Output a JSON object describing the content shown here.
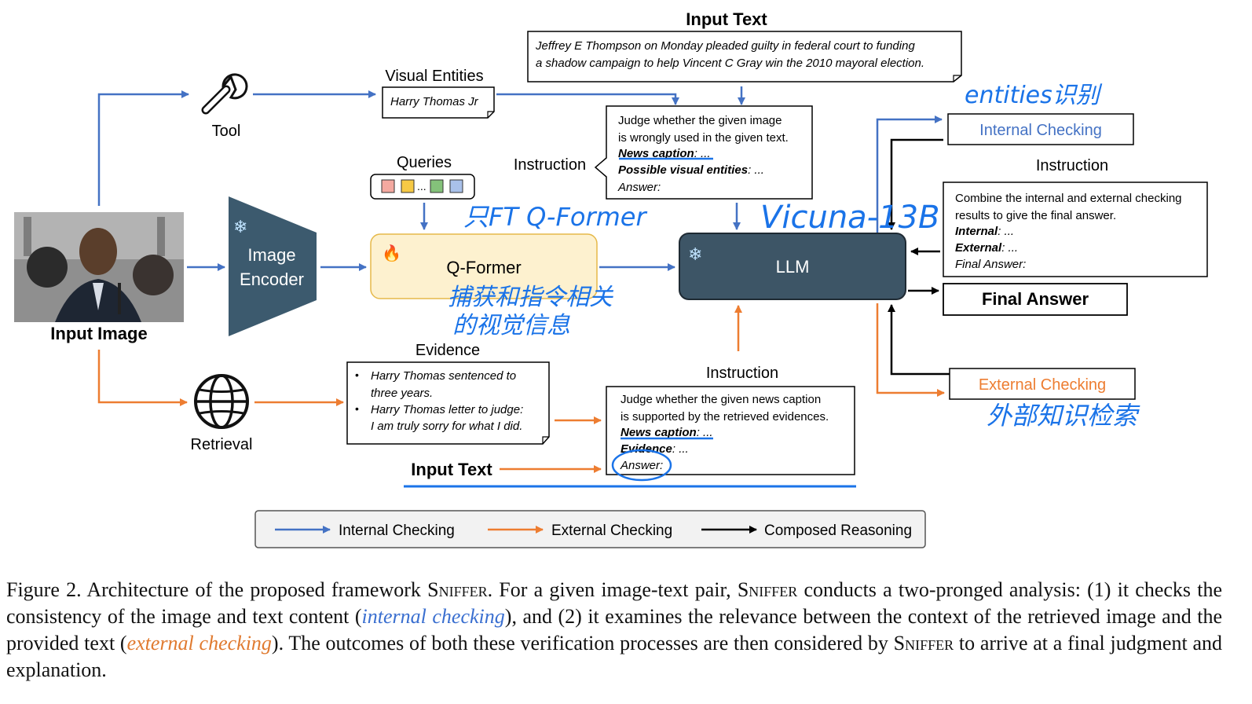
{
  "diagram": {
    "input_text_top": {
      "title": "Input Text",
      "line1": "Jeffrey E Thompson on Monday pleaded guilty in federal court to funding",
      "line2": "a shadow campaign to help Vincent C Gray win the 2010 mayoral election."
    },
    "visual_entities": {
      "title": "Visual Entities",
      "value": "Harry Thomas Jr"
    },
    "tool_label": "Tool",
    "instruction_internal": {
      "title": "Instruction",
      "line1": "Judge whether the given image",
      "line2": "is wrongly used in the given text.",
      "line3_bold": "News caption",
      "line3_rest": ": ...",
      "line4_bold": "Possible visual entities",
      "line4_rest": ": ...",
      "line5": "Answer:"
    },
    "queries_label": "Queries",
    "queries_ellipsis": "...",
    "image_encoder": {
      "line1": "Image",
      "line2": "Encoder"
    },
    "qformer_label": "Q-Former",
    "llm_label": "LLM",
    "input_image_label": "Input Image",
    "internal_checking": "Internal Checking",
    "external_checking": "External Checking",
    "final_answer": "Final Answer",
    "instruction_final": {
      "title": "Instruction",
      "line1": "Combine the internal and external checking",
      "line2": "results to give the final answer.",
      "line3_bold": "Internal",
      "line3_rest": ": ...",
      "line4_bold": "External",
      "line4_rest": ": ...",
      "line5": "Final Answer:"
    },
    "evidence": {
      "title": "Evidence",
      "item1_line1": "Harry Thomas sentenced to",
      "item1_line2": "three years.",
      "item2_line1": "Harry Thomas letter to judge:",
      "item2_line2": "I am truly sorry for what I did."
    },
    "retrieval_label": "Retrieval",
    "instruction_external": {
      "title": "Instruction",
      "line1": "Judge whether the given news caption",
      "line2": "is supported by the retrieved evidences.",
      "line3_bold": "News caption",
      "line3_rest": ": ...",
      "line4_bold": "Evidence",
      "line4_rest": ": ...",
      "line5": "Answer:"
    },
    "input_text_bottom": "Input Text",
    "legend": {
      "internal": "Internal Checking",
      "external": "External Checking",
      "composed": "Composed Reasoning"
    },
    "handwritten": {
      "entities": "entities识别",
      "qformer_note": "只FT Q-Former",
      "vicuna": "Vicuna-13B",
      "qformer_cn_line1": "捕获和指令相关",
      "qformer_cn_line2": "的视觉信息",
      "external_cn": "外部知识检索"
    }
  },
  "caption": {
    "prefix": "Figure 2.  Architecture of the proposed framework ",
    "name": "Sniffer",
    "part2": ".  For a given image-text pair, ",
    "part3": " conducts a two-pronged analysis: (1) it checks the consistency of the image and text content (",
    "internal": "internal checking",
    "part4": "), and (2) it examines the relevance between the context of the retrieved image and the provided text (",
    "external": "external checking",
    "part5": ").  The outcomes of both these verification processes are then considered by ",
    "part6": " to arrive at a final judgment and explanation."
  },
  "colors": {
    "internal": "#4472c4",
    "external": "#ed7d31",
    "composed": "#000000",
    "encoder": "#3c5a6e",
    "llm": "#3d5566",
    "qformer": "#fdf1cf",
    "handwriting": "#1a73e8"
  }
}
